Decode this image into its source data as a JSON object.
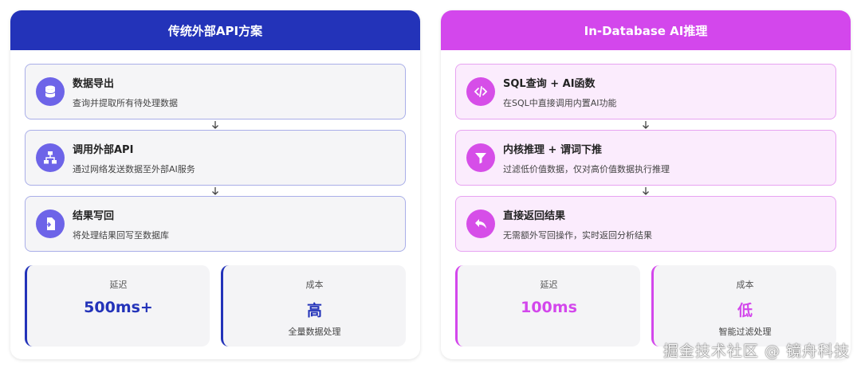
{
  "left": {
    "title": "传统外部API方案",
    "steps": [
      {
        "icon": "database-icon",
        "title": "数据导出",
        "desc": "查询并提取所有待处理数据"
      },
      {
        "icon": "network-icon",
        "title": "调用外部API",
        "desc": "通过网络发送数据至外部AI服务"
      },
      {
        "icon": "file-import-icon",
        "title": "结果写回",
        "desc": "将处理结果回写至数据库"
      }
    ],
    "metrics": [
      {
        "label": "延迟",
        "value": "500ms+",
        "sub": ""
      },
      {
        "label": "成本",
        "value": "高",
        "sub": "全量数据处理"
      }
    ]
  },
  "right": {
    "title": "In-Database AI推理",
    "steps": [
      {
        "icon": "code-icon",
        "title": "SQL查询 + AI函数",
        "desc": "在SQL中直接调用内置AI功能"
      },
      {
        "icon": "filter-icon",
        "title": "内核推理 + 谓词下推",
        "desc": "过滤低价值数据，仅对高价值数据执行推理"
      },
      {
        "icon": "reply-icon",
        "title": "直接返回结果",
        "desc": "无需额外写回操作，实时返回分析结果"
      }
    ],
    "metrics": [
      {
        "label": "延迟",
        "value": "100ms",
        "sub": ""
      },
      {
        "label": "成本",
        "value": "低",
        "sub": "智能过滤处理"
      }
    ]
  },
  "watermark": "掘金技术社区 @ 镜舟科技",
  "colors": {
    "left_accent": "#2333b9",
    "right_accent": "#d347ec"
  }
}
